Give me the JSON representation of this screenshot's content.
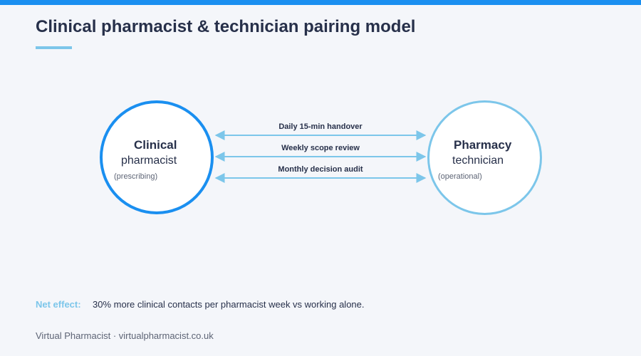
{
  "title": "Clinical pharmacist & technician pairing model",
  "colors": {
    "accent": "#1a8ff0",
    "accent_light": "#7cc6ea",
    "text": "#27304a",
    "muted": "#5d6475"
  },
  "left_node": {
    "title": "Clinical",
    "subtitle": "pharmacist",
    "note": "(prescribing)"
  },
  "right_node": {
    "title": "Pharmacy",
    "subtitle": "technician",
    "note": "(operational)"
  },
  "links": [
    {
      "label": "Daily 15-min handover"
    },
    {
      "label": "Weekly scope review"
    },
    {
      "label": "Monthly decision audit"
    }
  ],
  "summary": {
    "label": "Net effect:",
    "text": "30% more clinical contacts per pharmacist week vs working alone."
  },
  "credit": "Virtual Pharmacist · virtualpharmacist.co.uk"
}
